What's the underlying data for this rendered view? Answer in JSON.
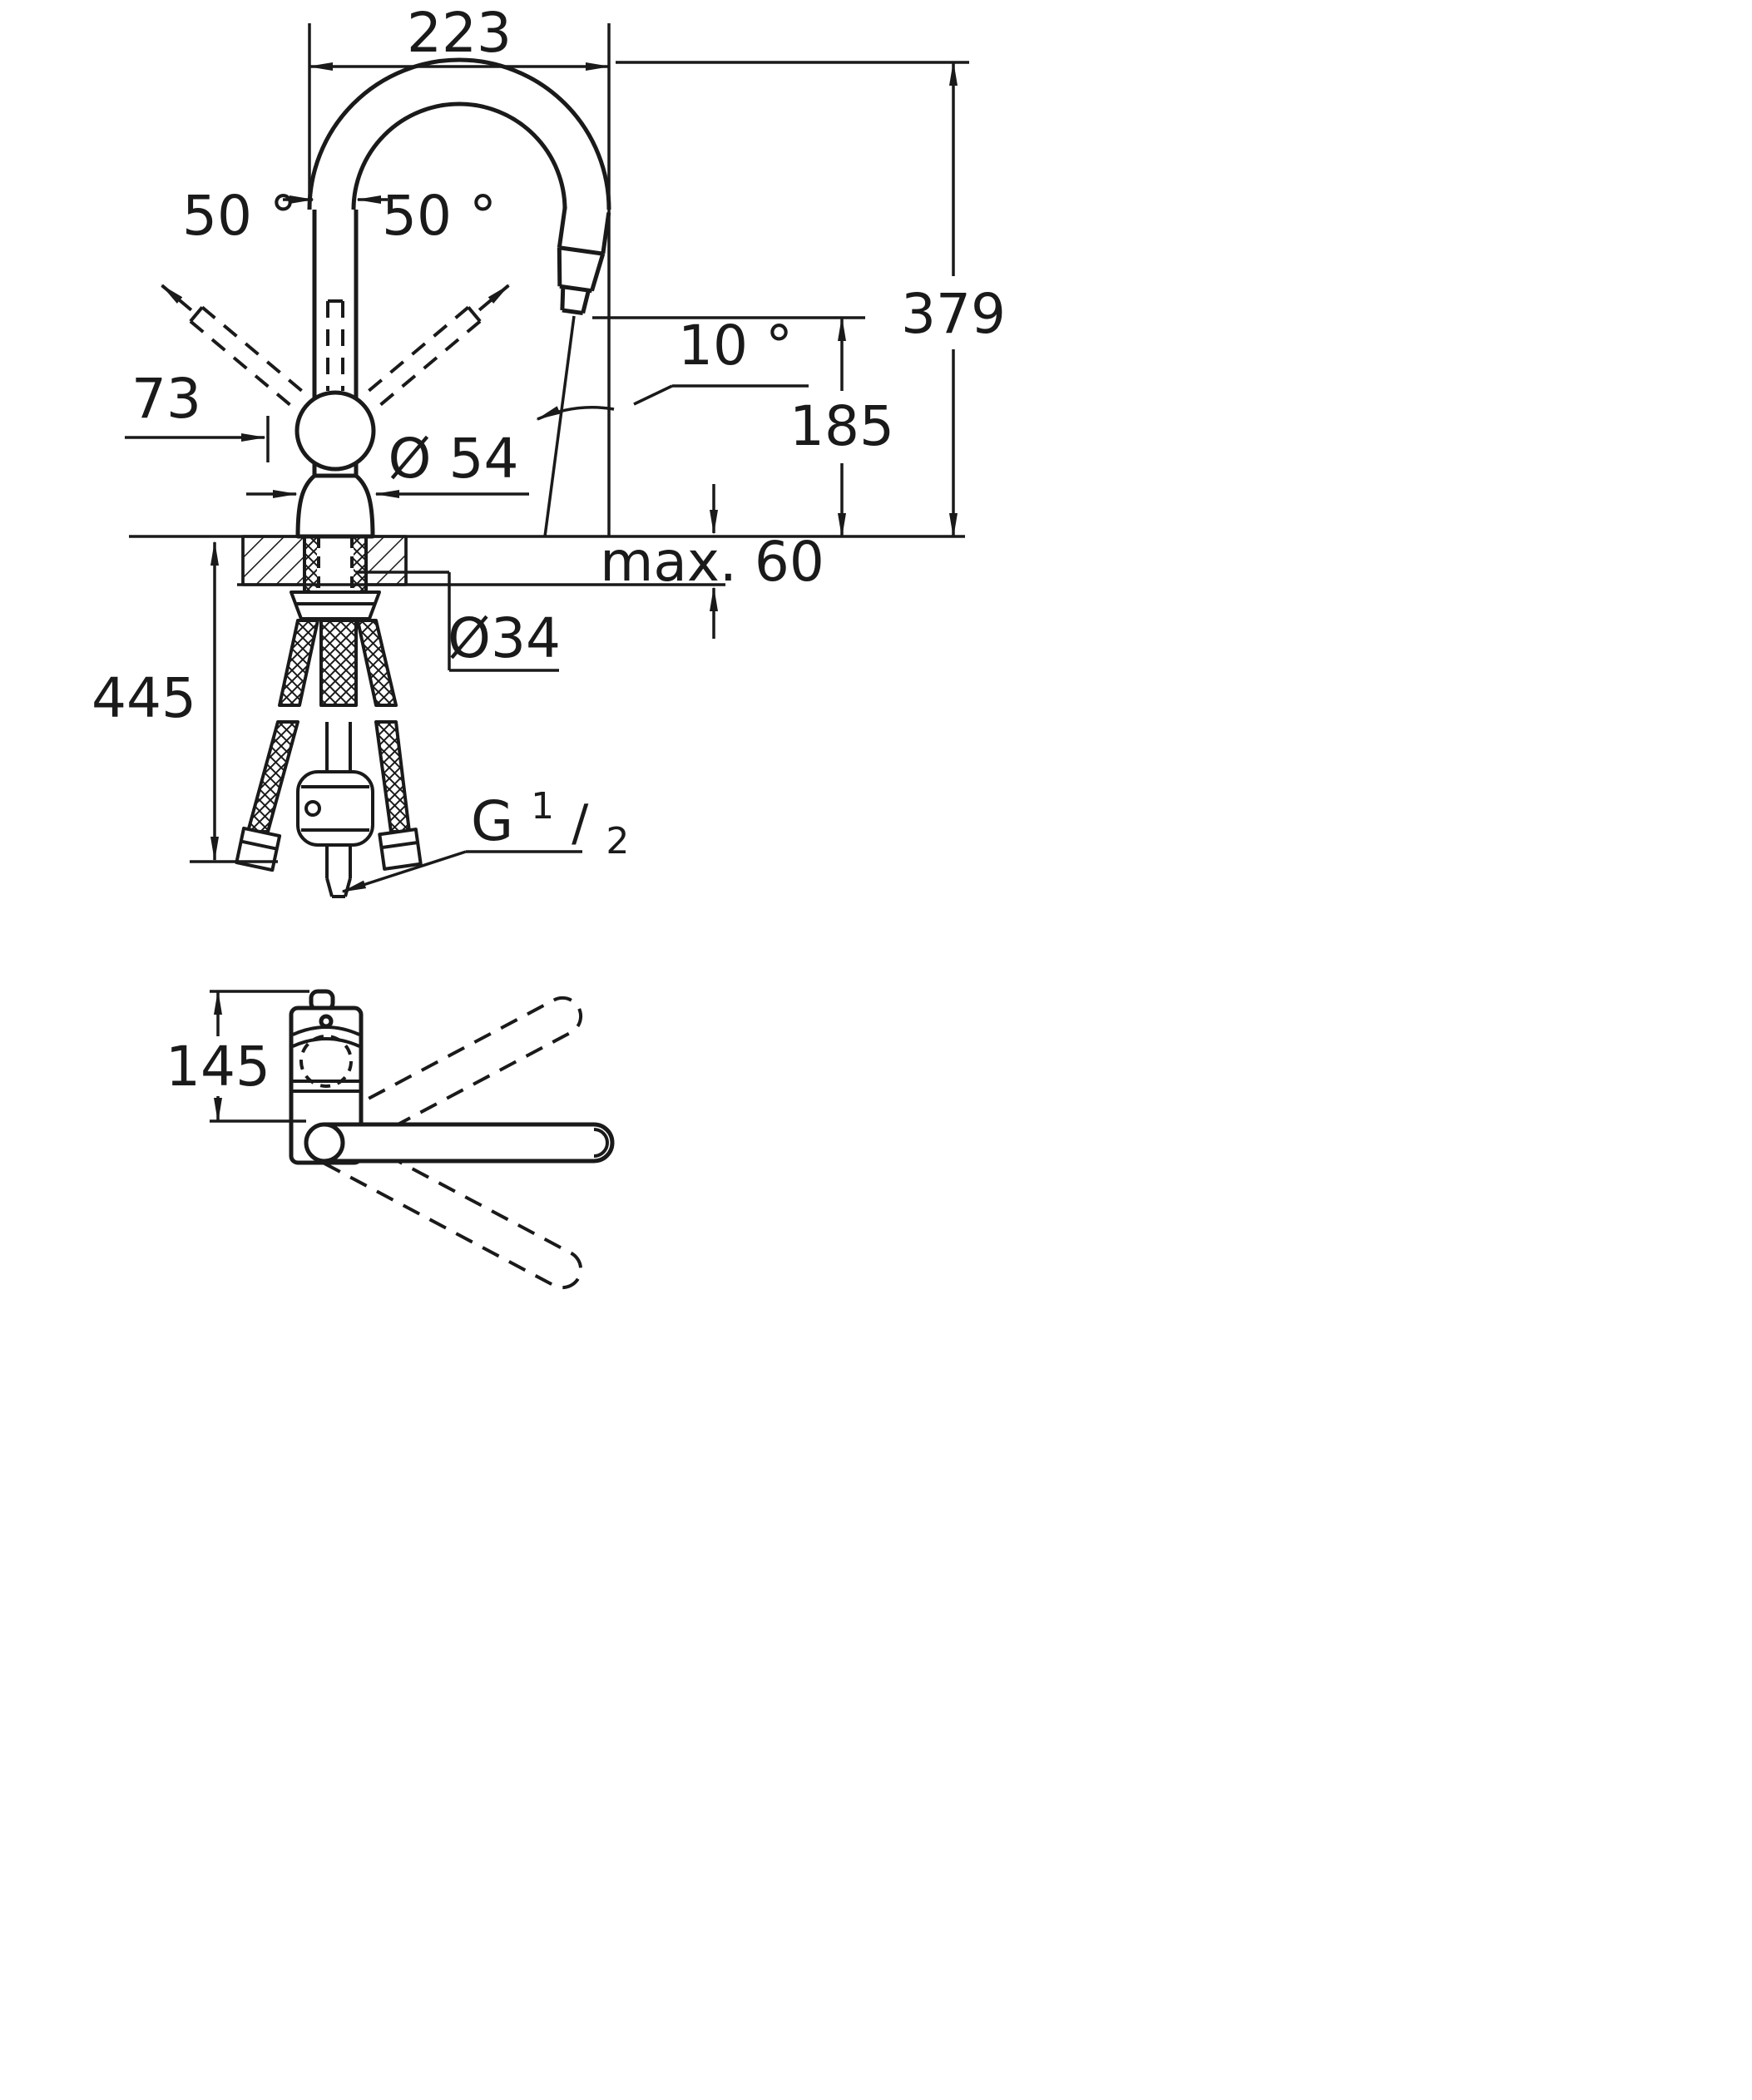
{
  "drawing": {
    "subject": "kitchen-faucet-technical-dimension-drawing",
    "background": "#ffffff",
    "line_color": "#1a1a1a",
    "dimensions": {
      "spout_reach": "223",
      "overall_height": "379",
      "swing_left": "50 °",
      "swing_right": "50 °",
      "spout_angle": "10 °",
      "outlet_height": "185",
      "handle_offset": "73",
      "base_diameter": "Ø 54",
      "deck_thickness": "max. 60",
      "hole_diameter": "Ø34",
      "hose_length": "445",
      "thread_prefix": "G",
      "thread_numerator": "1",
      "thread_slash": "/",
      "thread_denominator": "2",
      "plan_offset": "145"
    }
  }
}
